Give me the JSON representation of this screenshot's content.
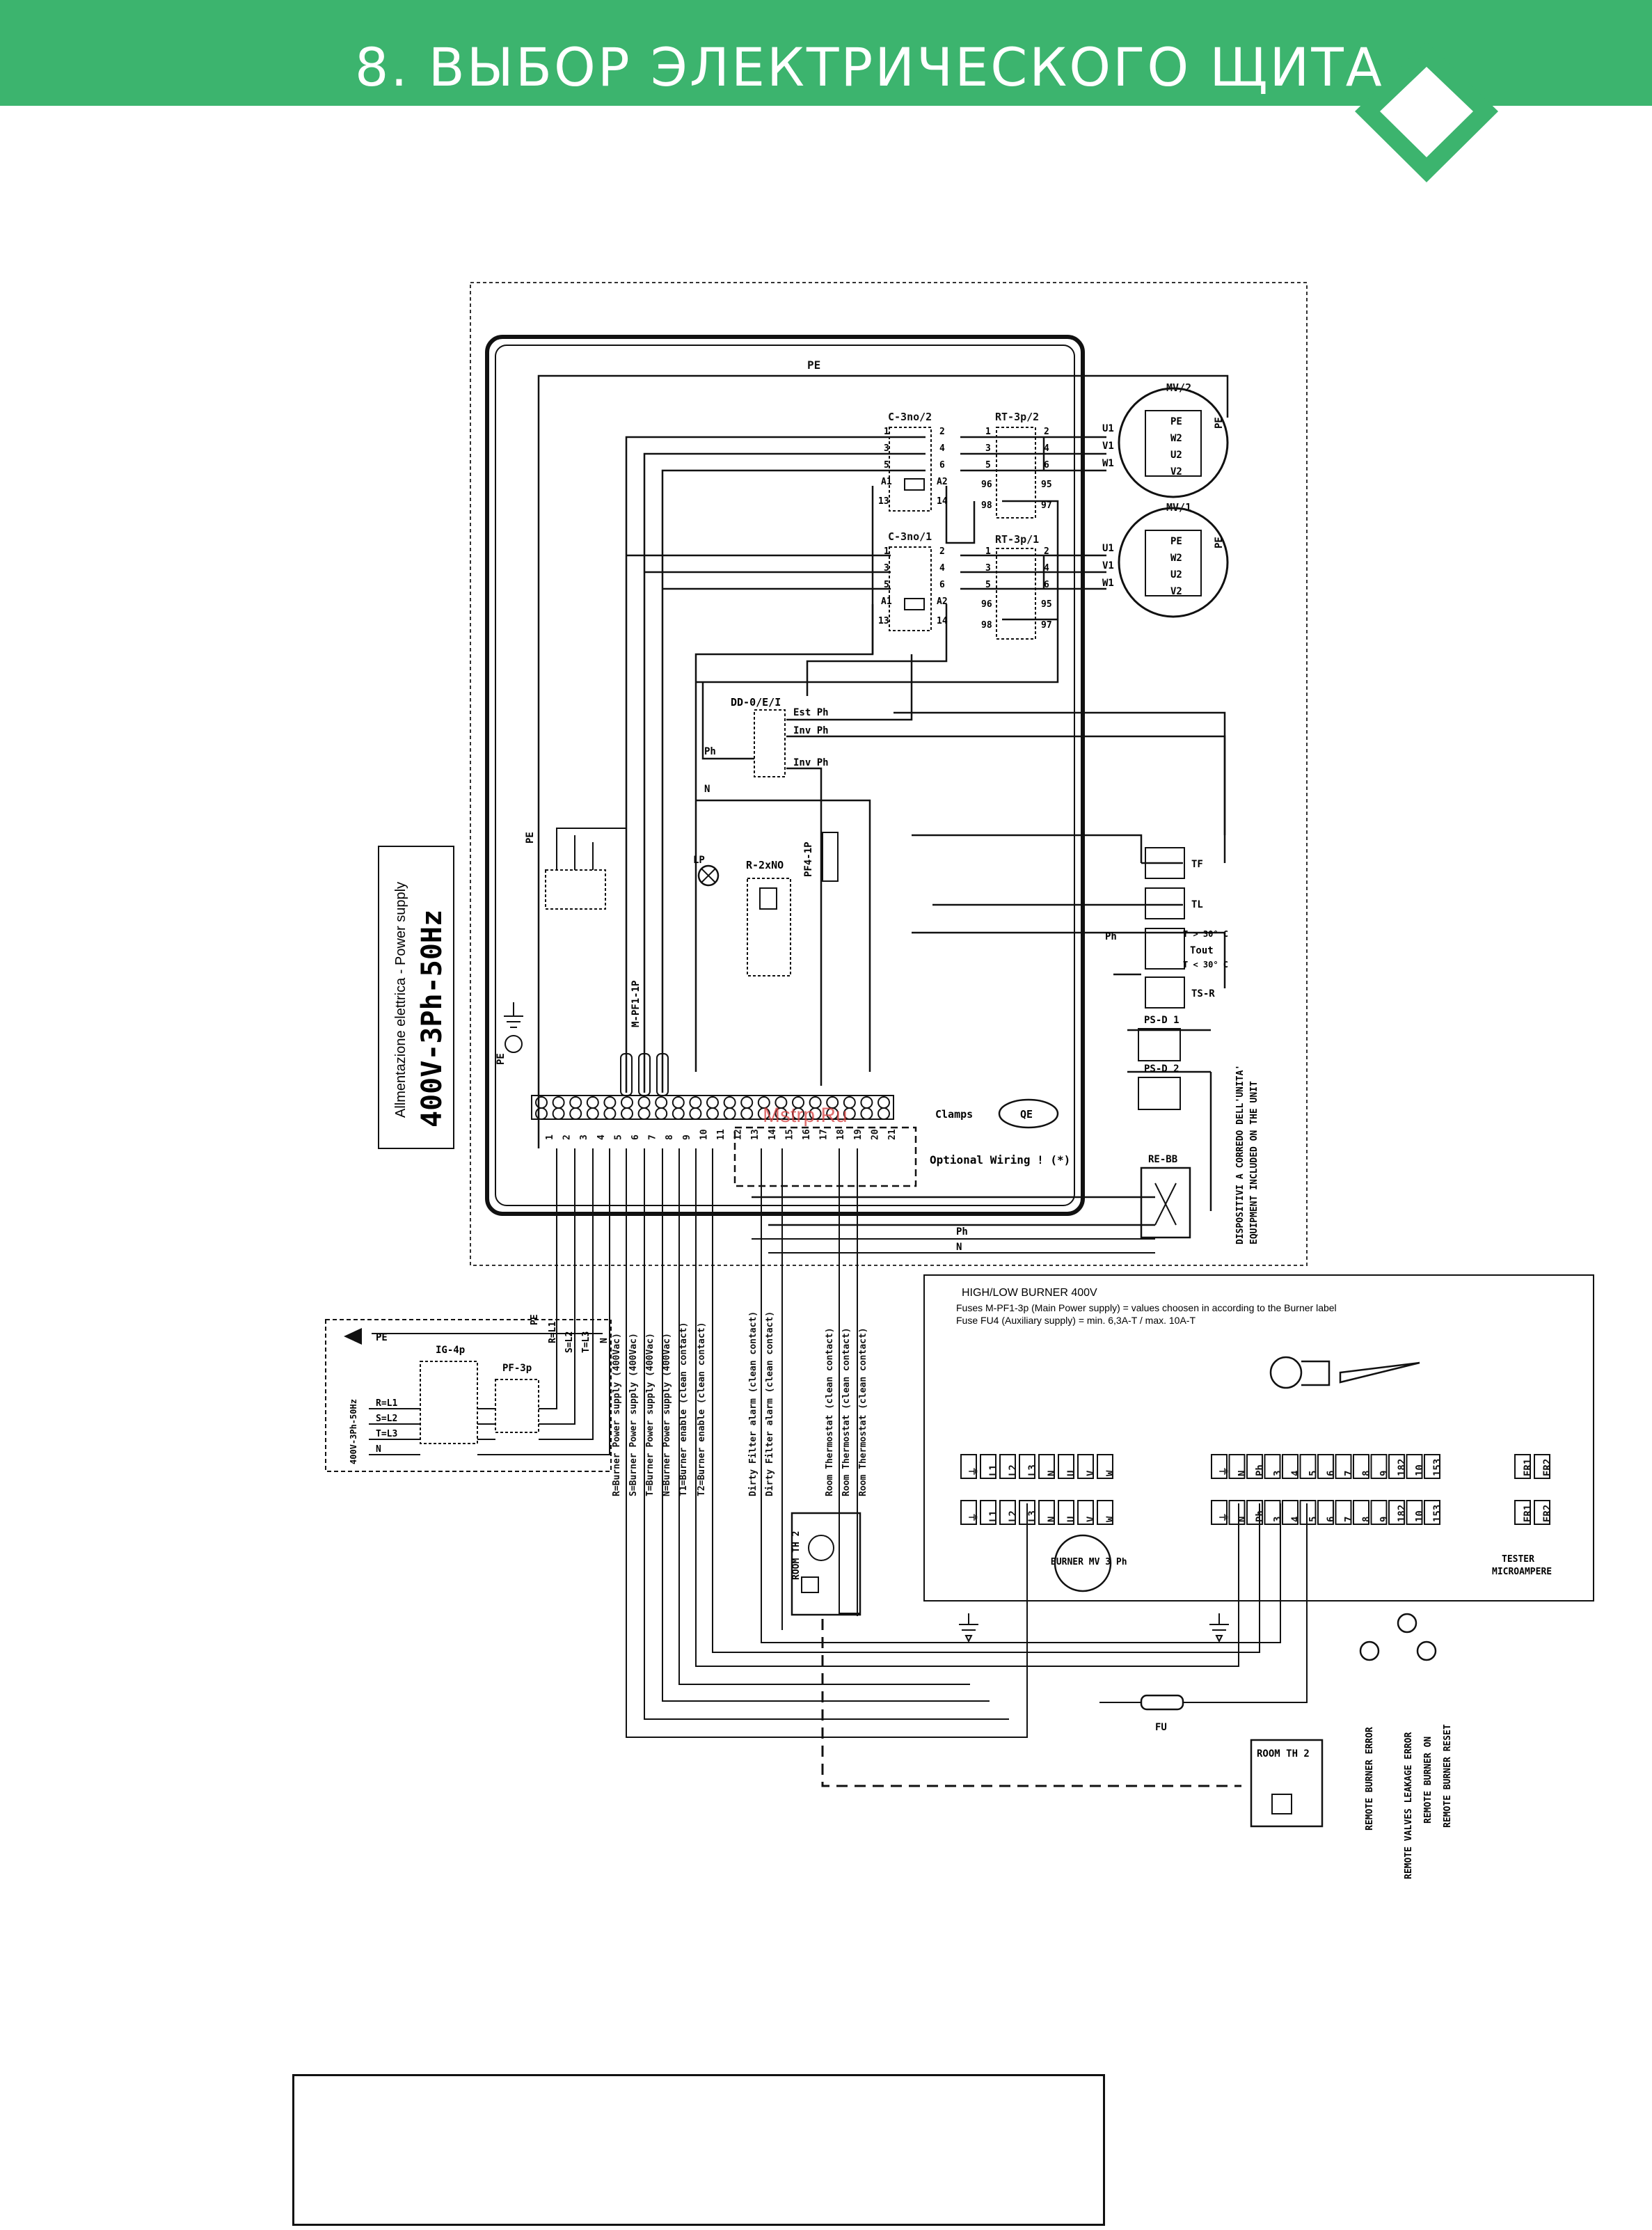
{
  "header": {
    "title": "8. ВЫБОР ЭЛЕКТРИЧЕСКОГО ЩИТА",
    "accent_color": "#3cb46e"
  },
  "supply": {
    "caption": "Allmentazione elettrica - Power supply",
    "rating": "400V-3Ph-50Hz"
  },
  "side_note": {
    "line1": "DISPOSITIVI A CORREDO DELL'UNITA'",
    "line2": "EQUIPMENT INCLUDED ON THE UNIT"
  },
  "components": {
    "pe": "PE",
    "ph": "Ph",
    "n": "N",
    "contactor2": "C-3no/2",
    "contactor1": "C-3no/1",
    "relay2": "RT-3p/2",
    "relay1": "RT-3p/1",
    "motor2": "MV/2",
    "motor1": "MV/1",
    "selector": "DD-0/E/I",
    "ext_ph": "Est Ph",
    "inv_ph": "Inv Ph",
    "relay_r": "R-2xNO",
    "lamp": "LP",
    "fuse_pf4": "PF4-1P",
    "fuse_mpf1": "M-PF1-1P",
    "tf": "TF",
    "tl": "TL",
    "tout_hi": "T > 30° C",
    "tout": "Tout",
    "tout_lo": "T < 30° C",
    "tsr": "TS-R",
    "psd1": "PS-D 1",
    "psd2": "PS-D 2",
    "clamps": "Clamps",
    "qe": "QE",
    "optional": "Optional Wiring ! (*)",
    "rebb": "RE-BB",
    "ig4p": "IG-4p",
    "pf3p": "PF-3p",
    "supply_small": "400V-3Ph-50Hz",
    "fu": "FU",
    "room_th": "ROOM TH 2"
  },
  "terminals": [
    "1",
    "2",
    "3",
    "4",
    "5",
    "6",
    "7",
    "8",
    "9",
    "10",
    "11",
    "12",
    "13",
    "14",
    "15",
    "16",
    "17",
    "18",
    "19",
    "20",
    "21"
  ],
  "motor_terms": [
    "PE",
    "W2",
    "U2",
    "V2"
  ],
  "motor_phases": [
    "U1",
    "V1",
    "W1"
  ],
  "supply_inputs": [
    "R=L1",
    "S=L2",
    "T=L3",
    "N"
  ],
  "supply_taps": [
    "PE",
    "R=L1",
    "S=L2",
    "T=L3",
    "N"
  ],
  "wire_labels": [
    "R=Burner Power supply (400Vac)",
    "S=Burner Power supply (400Vac)",
    "T=Burner Power supply (400Vac)",
    "N=Burner Power supply (400Vac)",
    "T1=Burner enable (clean contact)",
    "T2=Burner enable (clean contact)",
    "Dirty Filter alarm (clean contact)",
    "Dirty Filter alarm (clean contact)",
    "Room Thermostat (clean contact)",
    "Room Thermostat (clean contact)",
    "Room Thermostat (clean contact)"
  ],
  "burner": {
    "title": "HIGH/LOW BURNER 400V",
    "note1": "Fuses M-PF1-3p (Main Power supply) = values choosen in according to the Burner label",
    "note2": "Fuse FU4 (Auxiliary supply) = min. 6,3A-T / max. 10A-T",
    "power_terms": [
      "⏚",
      "L1",
      "L2",
      "L3",
      "N",
      "U",
      "V",
      "W"
    ],
    "ctrl_terms": [
      "⏚",
      "N",
      "Ph",
      "3",
      "4",
      "5",
      "6",
      "7",
      "8",
      "9",
      "182",
      "10",
      "153"
    ],
    "er_terms": [
      "ER1",
      "ER2"
    ],
    "motor_label": "BURNER MV 3 Ph",
    "tester1": "TESTER",
    "tester2": "MICROAMPERE"
  },
  "remote": [
    "REMOTE BURNER ERROR",
    "REMOTE VALVES LEAKAGE ERROR",
    "REMOTE BURNER ON",
    "REMOTE BURNER RESET"
  ],
  "watermark": "Mstrp.Ru"
}
